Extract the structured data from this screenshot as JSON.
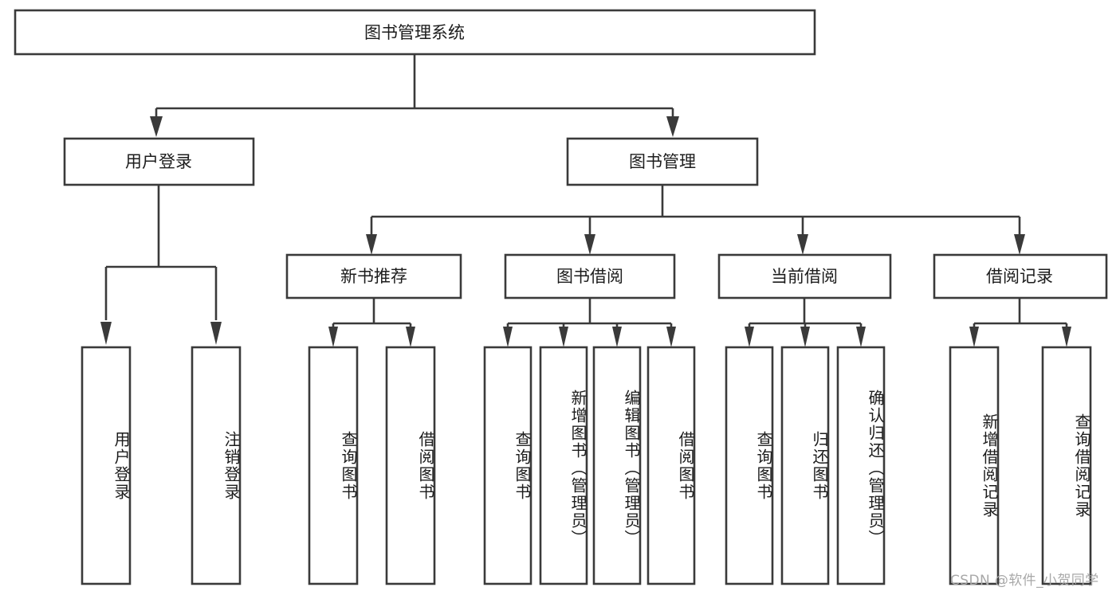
{
  "diagram": {
    "type": "tree",
    "title": "图书管理系统",
    "root": {
      "label": "图书管理系统"
    },
    "level1": [
      {
        "label": "用户登录"
      },
      {
        "label": "图书管理"
      }
    ],
    "level2": [
      {
        "label": "新书推荐"
      },
      {
        "label": "图书借阅"
      },
      {
        "label": "当前借阅"
      },
      {
        "label": "借阅记录"
      }
    ],
    "leaves": {
      "user_login": [
        {
          "label": "用户登录"
        },
        {
          "label": "注销登录"
        }
      ],
      "new_book_recommend": [
        {
          "label": "查询图书"
        },
        {
          "label": "借阅图书"
        }
      ],
      "book_borrow": [
        {
          "label": "查询图书"
        },
        {
          "label": "新增图书（管理员）"
        },
        {
          "label": "编辑图书（管理员）"
        },
        {
          "label": "借阅图书"
        }
      ],
      "current_borrow": [
        {
          "label": "查询图书"
        },
        {
          "label": "归还图书"
        },
        {
          "label": "确认归还（管理员）"
        }
      ],
      "borrow_record": [
        {
          "label": "新增借阅记录"
        },
        {
          "label": "查询借阅记录"
        }
      ]
    }
  },
  "watermark": {
    "text": "CSDN @软件_小贺同学"
  },
  "colors": {
    "stroke": "#3a3a3a",
    "box_fill": "#ffffff",
    "text": "#1c1c1c",
    "watermark": "#a8a8a8",
    "background": "#ffffff"
  }
}
